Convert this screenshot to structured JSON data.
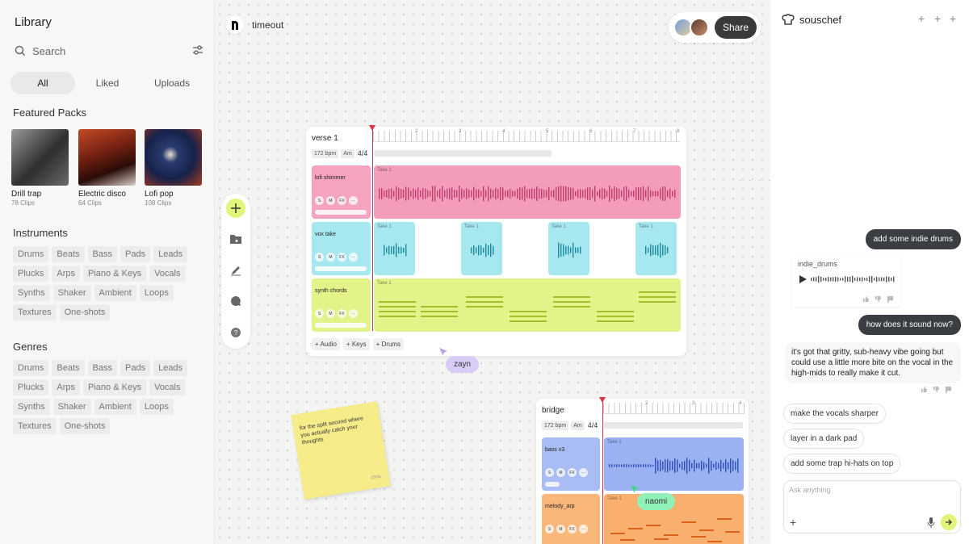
{
  "library": {
    "title": "Library",
    "search_placeholder": "Search",
    "tabs": [
      "All",
      "Liked",
      "Uploads"
    ],
    "featured_title": "Featured Packs",
    "packs": [
      {
        "name": "Drill trap",
        "clips": "78 Clips"
      },
      {
        "name": "Electric disco",
        "clips": "64 Clips"
      },
      {
        "name": "Lofi pop",
        "clips": "108 Clips"
      }
    ],
    "instruments_title": "Instruments",
    "instruments": [
      "Drums",
      "Beats",
      "Bass",
      "Pads",
      "Leads",
      "Plucks",
      "Arps",
      "Piano & Keys",
      "Vocals",
      "Synths",
      "Shaker",
      "Ambient",
      "Loops",
      "Textures",
      "One-shots"
    ],
    "genres_title": "Genres",
    "genres": [
      "Drums",
      "Beats",
      "Bass",
      "Pads",
      "Leads",
      "Plucks",
      "Arps",
      "Piano & Keys",
      "Vocals",
      "Synths",
      "Shaker",
      "Ambient",
      "Loops",
      "Textures",
      "One-shots"
    ]
  },
  "project": {
    "name": "timeout",
    "share_label": "Share"
  },
  "verse": {
    "title": "verse 1",
    "bpm": "172 bpm",
    "key": "Am",
    "sig": "4/4",
    "ruler": [
      "2",
      "3",
      "4",
      "5",
      "6",
      "7",
      "8"
    ],
    "tracks": [
      {
        "name": "lofi shimmer",
        "color": "#f6a3c0",
        "clip_color": "#f49cbb"
      },
      {
        "name": "vox take",
        "color": "#a7e8f0",
        "clip_color": "#a7e8f0"
      },
      {
        "name": "synth chords",
        "color": "#e3f38a",
        "clip_color": "#e3f38a"
      }
    ],
    "take_label": "Take 1",
    "ctrl_labels": [
      "S",
      "M",
      "FX",
      "···"
    ],
    "add_buttons": [
      "+ Audio",
      "+ Keys",
      "+ Drums"
    ]
  },
  "bridge": {
    "title": "bridge",
    "bpm": "172 bpm",
    "key": "Am",
    "sig": "4/4",
    "ruler": [
      "2",
      "3",
      "4"
    ],
    "tracks": [
      {
        "name": "bass v3",
        "color": "#a9bdf5",
        "clip_color": "#9bb2f2"
      },
      {
        "name": "melody_arp",
        "color": "#f9b77a",
        "clip_color": "#f9b06f"
      }
    ],
    "take_label": "Take 1"
  },
  "cursors": [
    {
      "name": "zayn",
      "color": "#d9ccf7"
    },
    {
      "name": "naomi",
      "color": "#8ff0b8"
    }
  ],
  "sticky_note": {
    "text": "for the split second where you actually catch your thoughts",
    "signature": "chris"
  },
  "chat": {
    "title": "souschef",
    "messages": [
      {
        "role": "user",
        "text": "add some indie drums"
      },
      {
        "role": "user",
        "text": "how does it sound now?"
      }
    ],
    "audio_file": "indie_drums",
    "ai_reply": "it's got that gritty, sub-heavy vibe going but could use a little more bite on the vocal in the high-mids to really make it cut.",
    "suggestions": [
      "make the vocals sharper",
      "layer in a dark pad",
      "add some trap hi-hats on top"
    ],
    "input_placeholder": "Ask anything"
  }
}
